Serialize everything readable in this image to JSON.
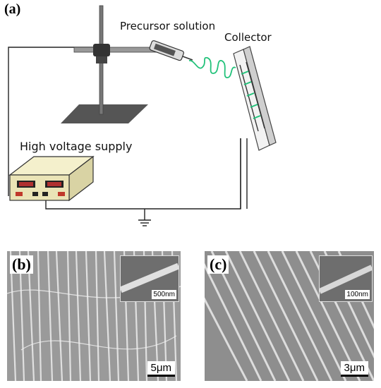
{
  "panels": {
    "a": {
      "label": "(a)",
      "precursor": "Precursor solution",
      "collector": "Collector",
      "hv_supply": "High voltage supply"
    },
    "b": {
      "label": "(b)",
      "inset_scale": "500nm",
      "scale": "5μm"
    },
    "c": {
      "label": "(c)",
      "inset_scale": "100nm",
      "scale": "3μm"
    }
  }
}
